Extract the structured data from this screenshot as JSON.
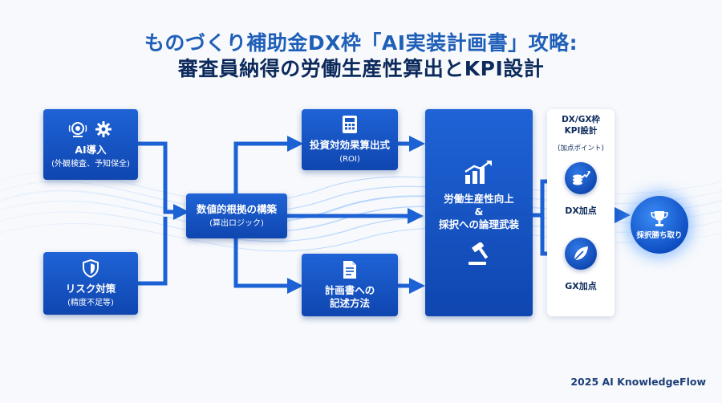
{
  "title": {
    "line1": "ものづくり補助金DX枠「AI実装計画書」攻略:",
    "line2": "審査員納得の労働生産性算出とKPI設計"
  },
  "nodes": {
    "ai_intro": {
      "label": "AI導入",
      "sub": "(外観検査、予知保全)"
    },
    "risk": {
      "label": "リスク対策",
      "sub": "(精度不足等)"
    },
    "numeric": {
      "label": "数値的根拠の構築",
      "sub": "(算出ロジック)"
    },
    "roi": {
      "label": "投資対効果算出式",
      "sub": "(ROI)"
    },
    "plan": {
      "label": "計画書への",
      "label2": "記述方法"
    },
    "productivity": {
      "line1": "労働生産性向上",
      "line2": "&",
      "line3": "採択への論理武装"
    },
    "kpi": {
      "line1": "DX/GX枠",
      "line2": "KPI設計",
      "note": "(加点ポイント)",
      "dx": "DX加点",
      "gx": "GX加点"
    },
    "goal": {
      "label": "採択勝ち取り"
    }
  },
  "footer": "2025 AI KnowledgeFlow",
  "colors": {
    "primary": "#1757c8",
    "dark_navy": "#0d2a5c",
    "title_blue": "#1f5fb8",
    "arrow": "#1d62d4"
  },
  "icons": [
    "camera-icon",
    "gear-icon",
    "shield-icon",
    "calculator-icon",
    "document-icon",
    "chart-growth-icon",
    "gavel-icon",
    "coins-growth-icon",
    "leaf-icon",
    "trophy-icon"
  ]
}
